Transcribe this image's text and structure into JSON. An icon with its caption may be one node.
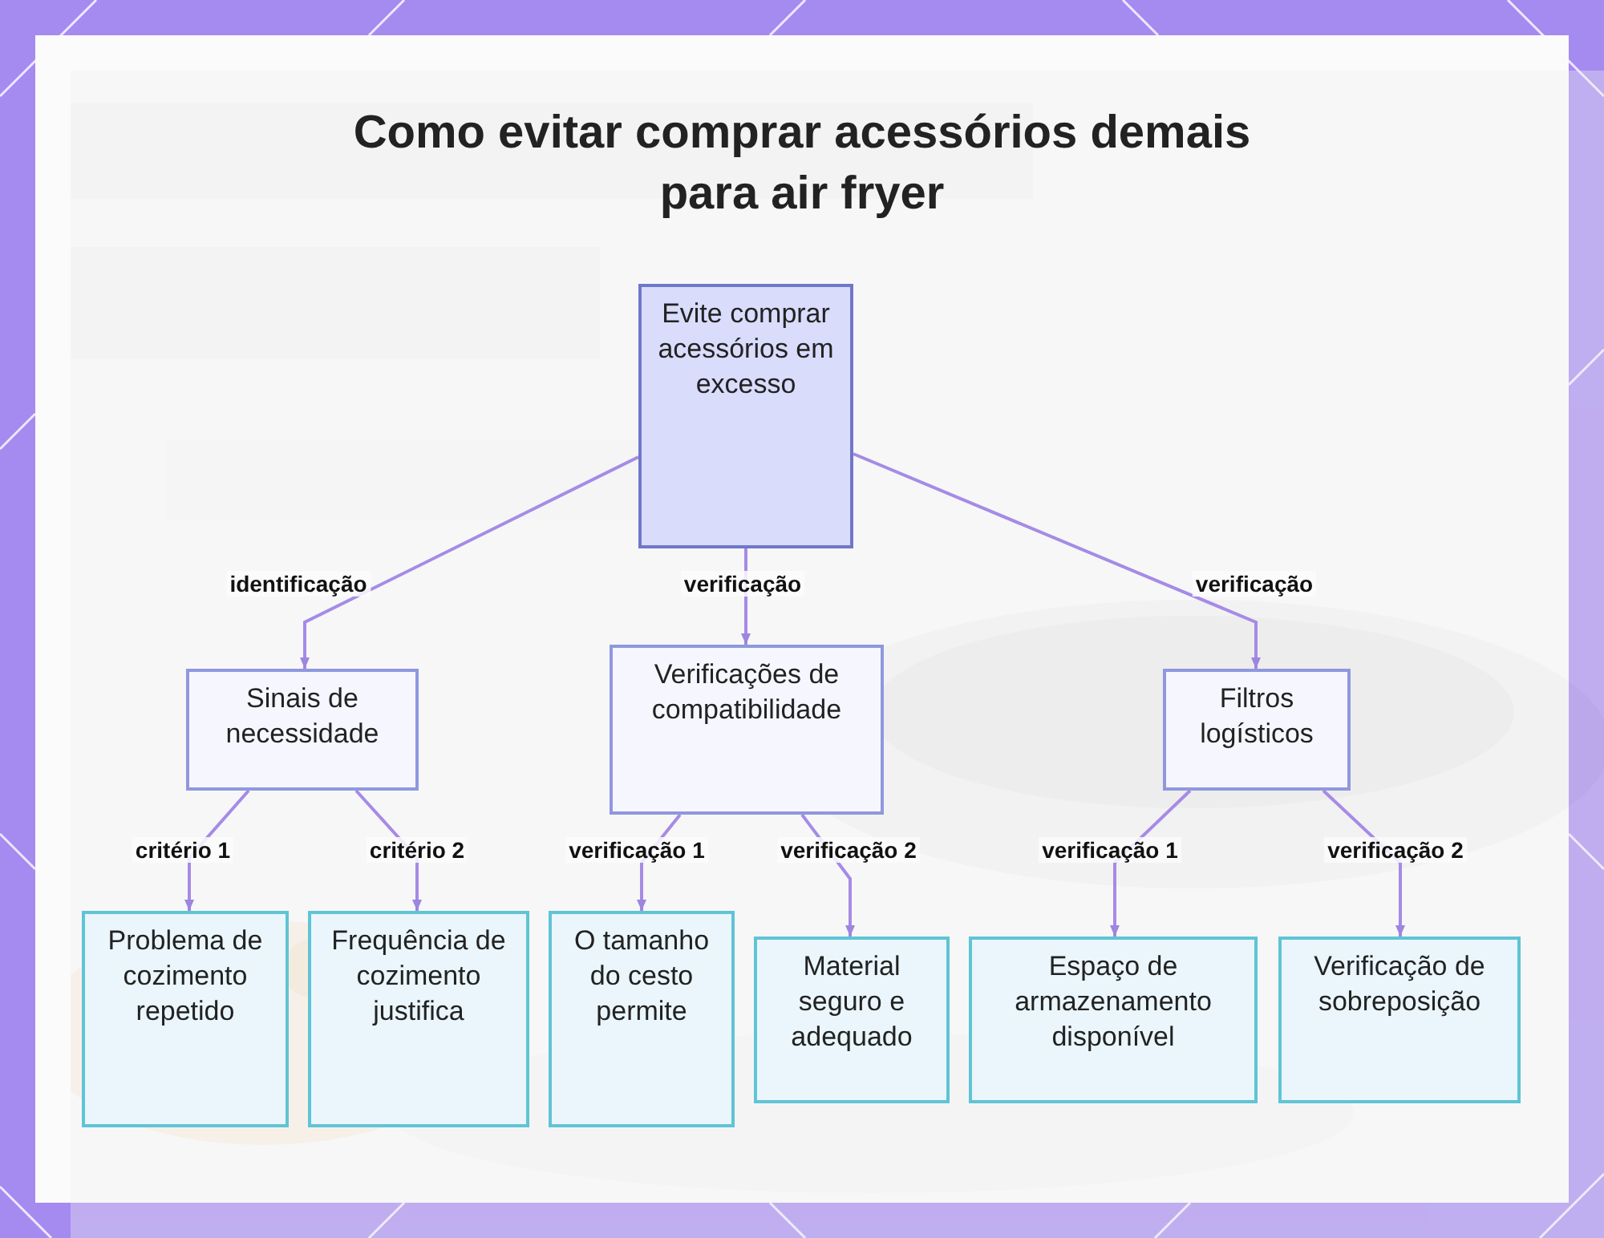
{
  "diagram": {
    "title": "Como evitar comprar acessórios demais para air fryer",
    "nodes": [
      {
        "text": [
          "Evite comprar acessórios em excesso"
        ]
      },
      {
        "text": [
          "Sinais de necessidade"
        ]
      },
      {
        "text": [
          "Verificações de compatibilidade"
        ]
      },
      {
        "text": [
          "Filtros logísticos"
        ]
      },
      {
        "text": [
          "Problema de cozimento repetido"
        ]
      },
      {
        "text": [
          "Frequência de cozimento justifica"
        ]
      },
      {
        "text": [
          "O tamanho do cesto permite"
        ]
      },
      {
        "text": [
          "Material seguro e adequado"
        ]
      },
      {
        "text": [
          "Espaço de armazenamento disponível"
        ]
      },
      {
        "text": [
          "Verificação de sobreposição"
        ]
      }
    ],
    "edges": [
      {
        "from": 0,
        "to": 1,
        "arrow": "to",
        "label": "identificação"
      },
      {
        "from": 0,
        "to": 2,
        "arrow": "to",
        "label": "verificação"
      },
      {
        "from": 0,
        "to": 3,
        "arrow": "to",
        "label": "verificação"
      },
      {
        "from": 1,
        "to": 4,
        "arrow": "to",
        "label": "critério 1"
      },
      {
        "from": 1,
        "to": 5,
        "arrow": "to",
        "label": "critério 2"
      },
      {
        "from": 2,
        "to": 6,
        "arrow": "to",
        "label": "verificação 1"
      },
      {
        "from": 2,
        "to": 7,
        "arrow": "to",
        "label": "verificação 2"
      },
      {
        "from": 3,
        "to": 8,
        "arrow": "to",
        "label": "verificação 1"
      },
      {
        "from": 3,
        "to": 9,
        "arrow": "to",
        "label": "verificação 2"
      }
    ]
  }
}
